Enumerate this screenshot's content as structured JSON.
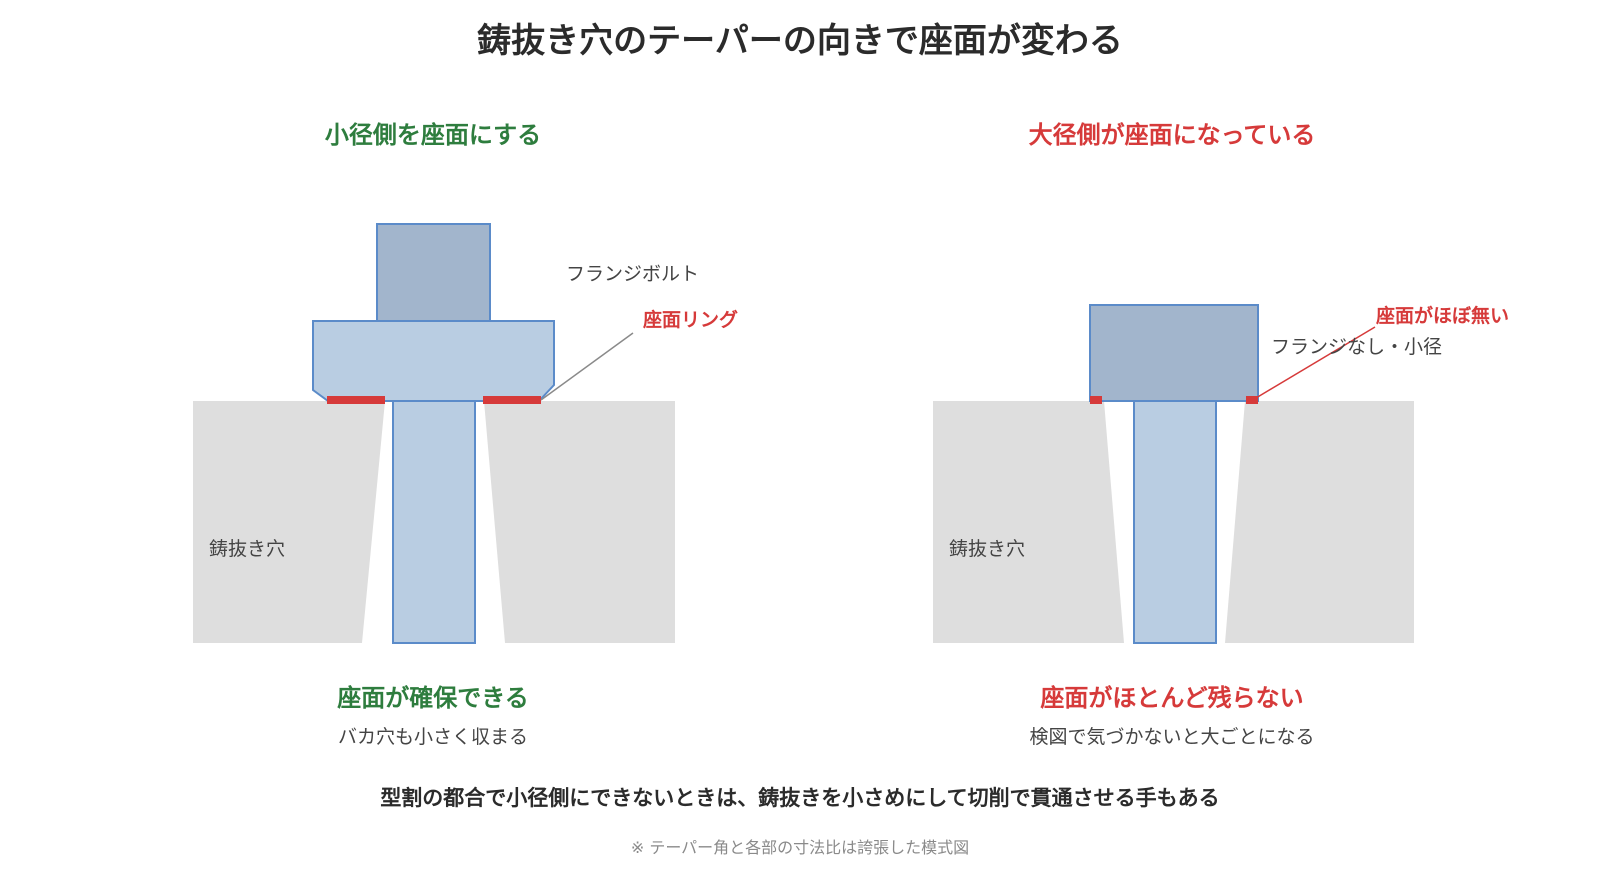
{
  "title": "鋳抜き穴のテーパーの向きで座面が変わる",
  "left": {
    "heading": "小径側を座面にする",
    "bolt_label": "フランジボルト",
    "seat_label": "座面リング",
    "hole_label": "鋳抜き穴",
    "result_title": "座面が確保できる",
    "result_note": "バカ穴も小さく収まる"
  },
  "right": {
    "heading": "大径側が座面になっている",
    "seat_label": "座面がほぼ無い",
    "bolt_label": "フランジなし・小径",
    "hole_label": "鋳抜き穴",
    "result_title": "座面がほとんど残らない",
    "result_note": "検図で気づかないと大ごとになる"
  },
  "bottom_note": "型割の都合で小径側にできないときは、鋳抜きを小さめにして切削で貫通させる手もある",
  "footnote": "※ テーパー角と各部の寸法比は誇張した模式図",
  "colors": {
    "good": "#2e7d3e",
    "bad": "#d63a3a",
    "casting": "#dedede",
    "bolt_head": "#a2b5cc",
    "bolt_shank": "#b9cde2",
    "outline": "#5b8bc9",
    "seat_mark": "#d63a3a"
  }
}
